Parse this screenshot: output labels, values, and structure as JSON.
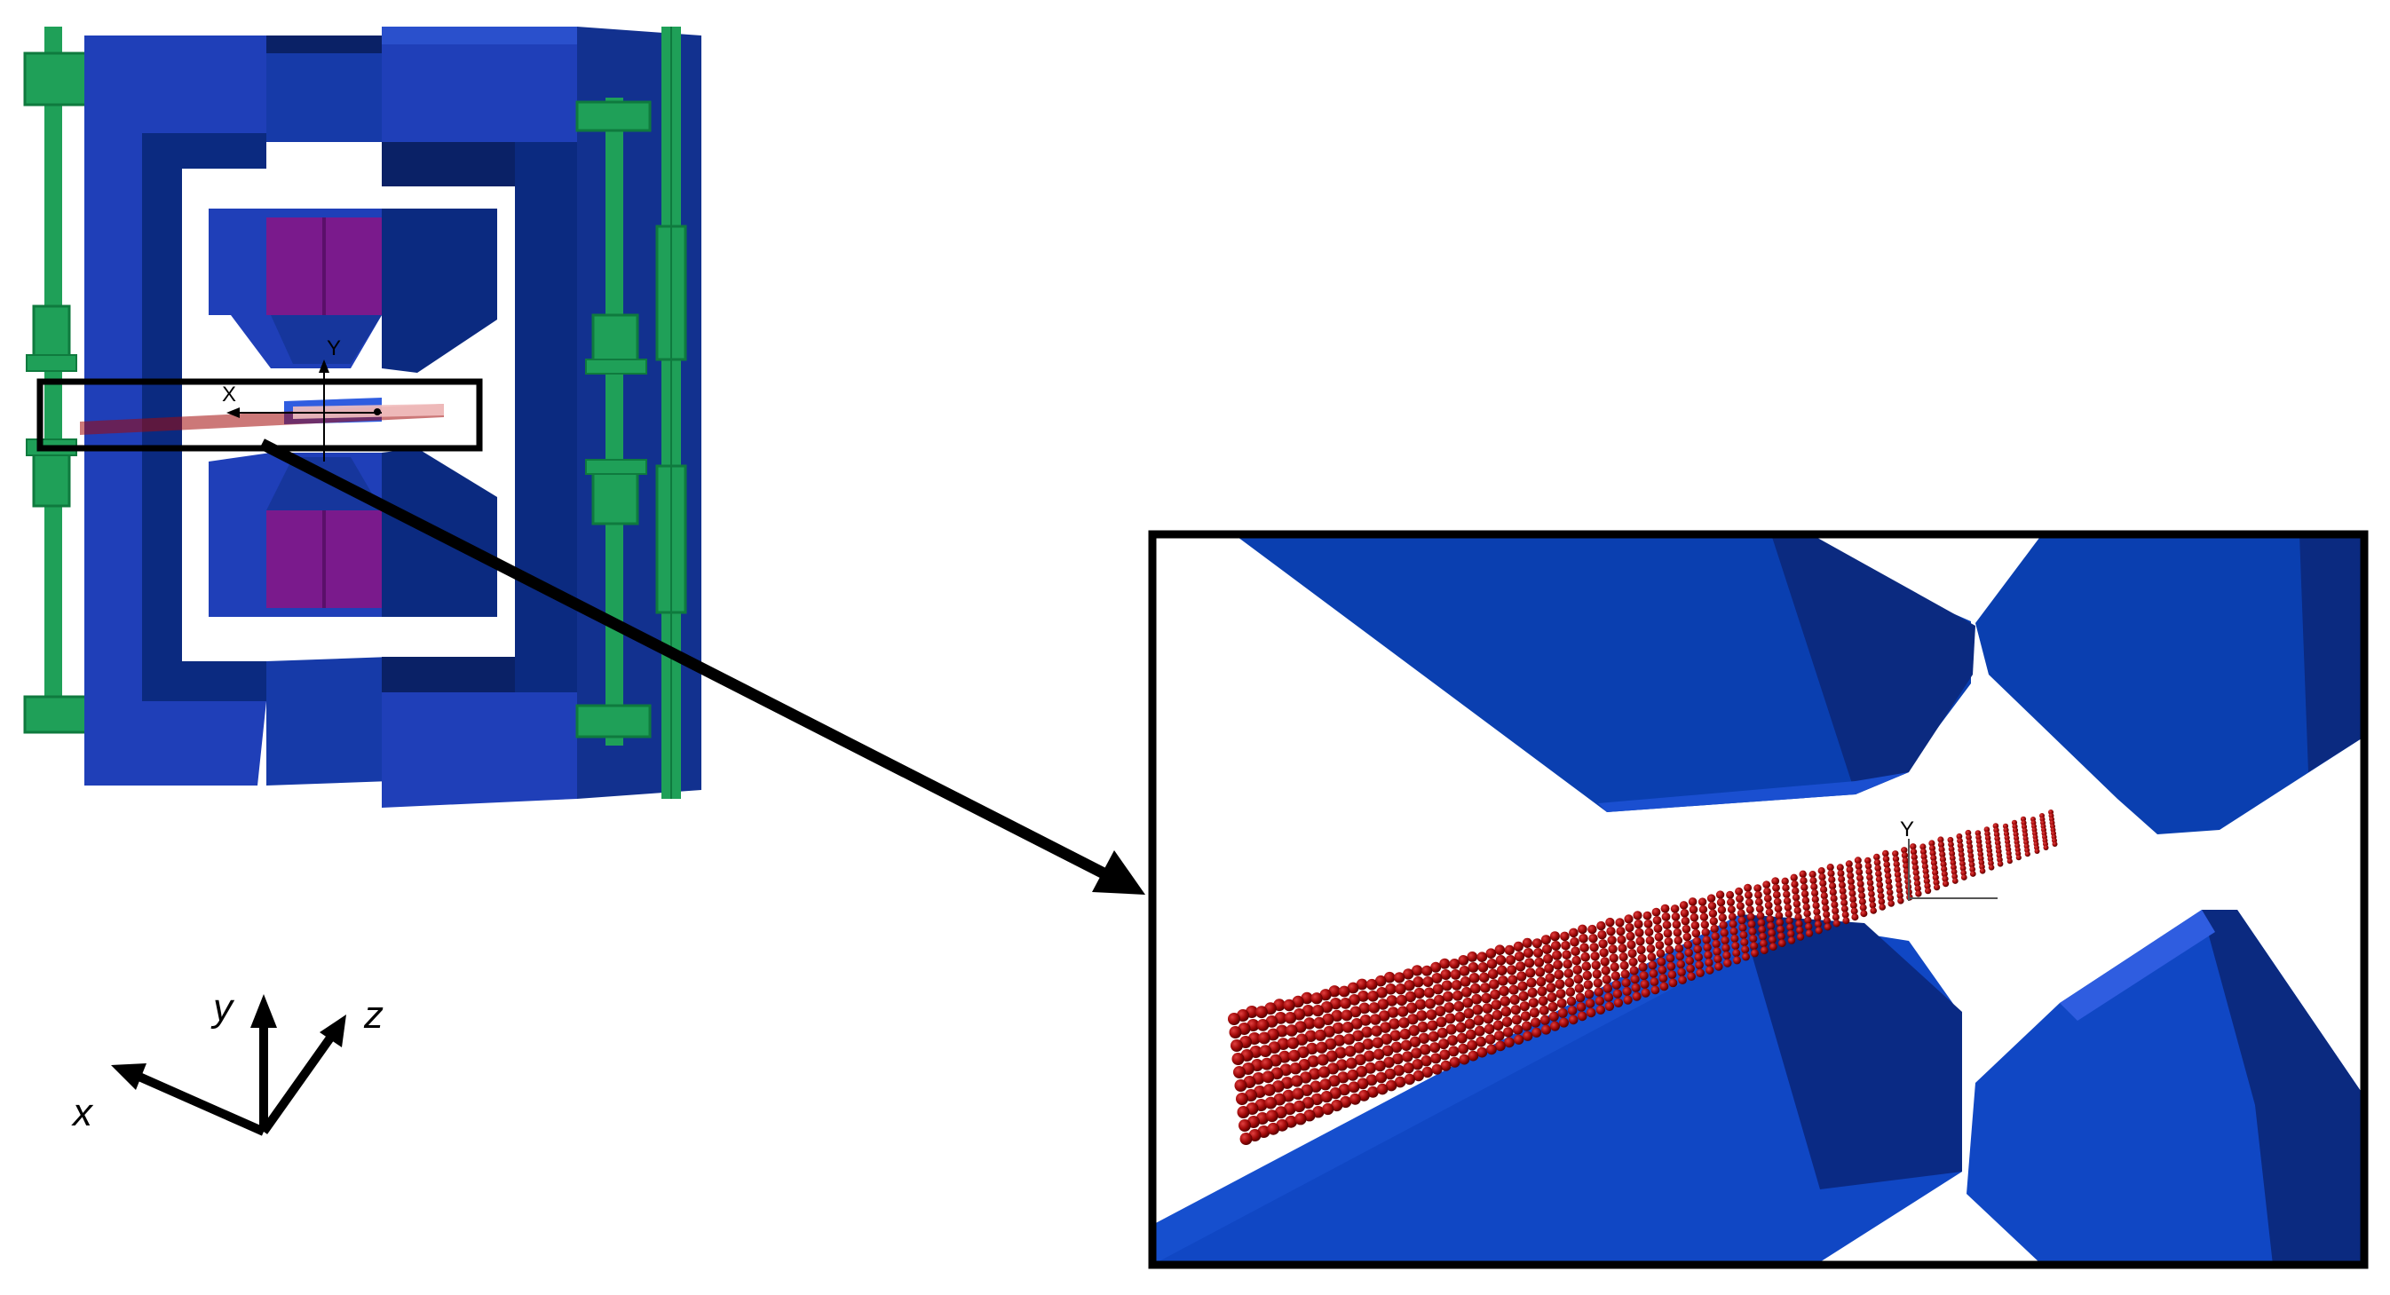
{
  "colors": {
    "magnet_blue": "#1f3fb8",
    "magnet_dark": "#0b2a80",
    "magnet_shadow": "#0a2166",
    "magnet_light": "#2f5de0",
    "coil_purple": "#7a1a8c",
    "support_green": "#1fa058",
    "support_dark": "#0f7a3e",
    "particle_red": "#a30a0a",
    "outline": "#000000",
    "background": "#ffffff"
  },
  "axes_triad": {
    "x_label": "x",
    "y_label": "y",
    "z_label": "z"
  },
  "inset_axes": {
    "x_label": "X",
    "y_label": "Y"
  },
  "icons": {
    "zoom_arrow": "arrow-right-down-icon",
    "triad": "coordinate-triad-icon"
  }
}
